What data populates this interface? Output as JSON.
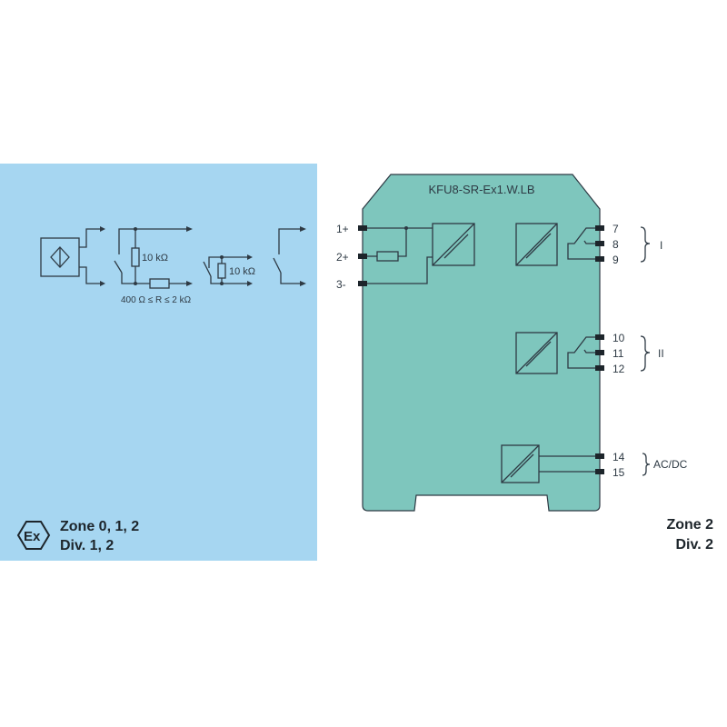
{
  "zones": {
    "hazardous": {
      "line1": "Zone 0, 1, 2",
      "line2": "Div. 1, 2",
      "logo": "Ex"
    },
    "safe": {
      "line1": "Zone 2",
      "line2": "Div. 2"
    }
  },
  "module": {
    "title": "KFU8-SR-Ex1.W.LB",
    "inputs": [
      "1+",
      "2+",
      "3-"
    ],
    "relay_I": {
      "pins": [
        "7",
        "8",
        "9"
      ],
      "label": "I"
    },
    "relay_II": {
      "pins": [
        "10",
        "11",
        "12"
      ],
      "label": "II"
    },
    "power": {
      "pins": [
        "14",
        "15"
      ],
      "label": "AC/DC"
    }
  },
  "field": {
    "resistor1": "10 kΩ",
    "series_resistor": "400 Ω ≤ R ≤ 2 kΩ",
    "resistor2": "10 kΩ"
  },
  "colors": {
    "hazardous_bg": "#a6d6f1",
    "module_fill": "#7ec6bd"
  }
}
